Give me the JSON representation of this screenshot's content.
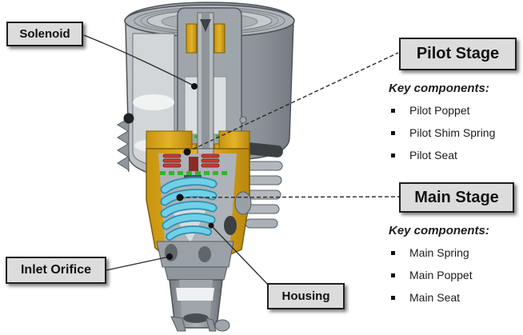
{
  "labels": {
    "solenoid": "Solenoid",
    "pilot_stage": "Pilot Stage",
    "main_stage": "Main Stage",
    "inlet_orifice": "Inlet Orifice",
    "housing": "Housing"
  },
  "pilot": {
    "heading": "Key components:",
    "items": [
      "Pilot Poppet",
      "Pilot Shim Spring",
      "Pilot Seat"
    ]
  },
  "main": {
    "heading": "Key components:",
    "items": [
      "Main Spring",
      "Main Poppet",
      "Main Seat"
    ]
  },
  "colors": {
    "label_box_fill": "#dcdcdc",
    "label_box_border": "#1f1f1f",
    "housing_gold": "#d2a118",
    "main_spring_cyan": "#6fd0e8",
    "pilot_spring_red": "#c53c34",
    "pilot_seat_green": "#35b233",
    "valve_body_gray": "#9aa1a6",
    "background": "#ffffff"
  }
}
